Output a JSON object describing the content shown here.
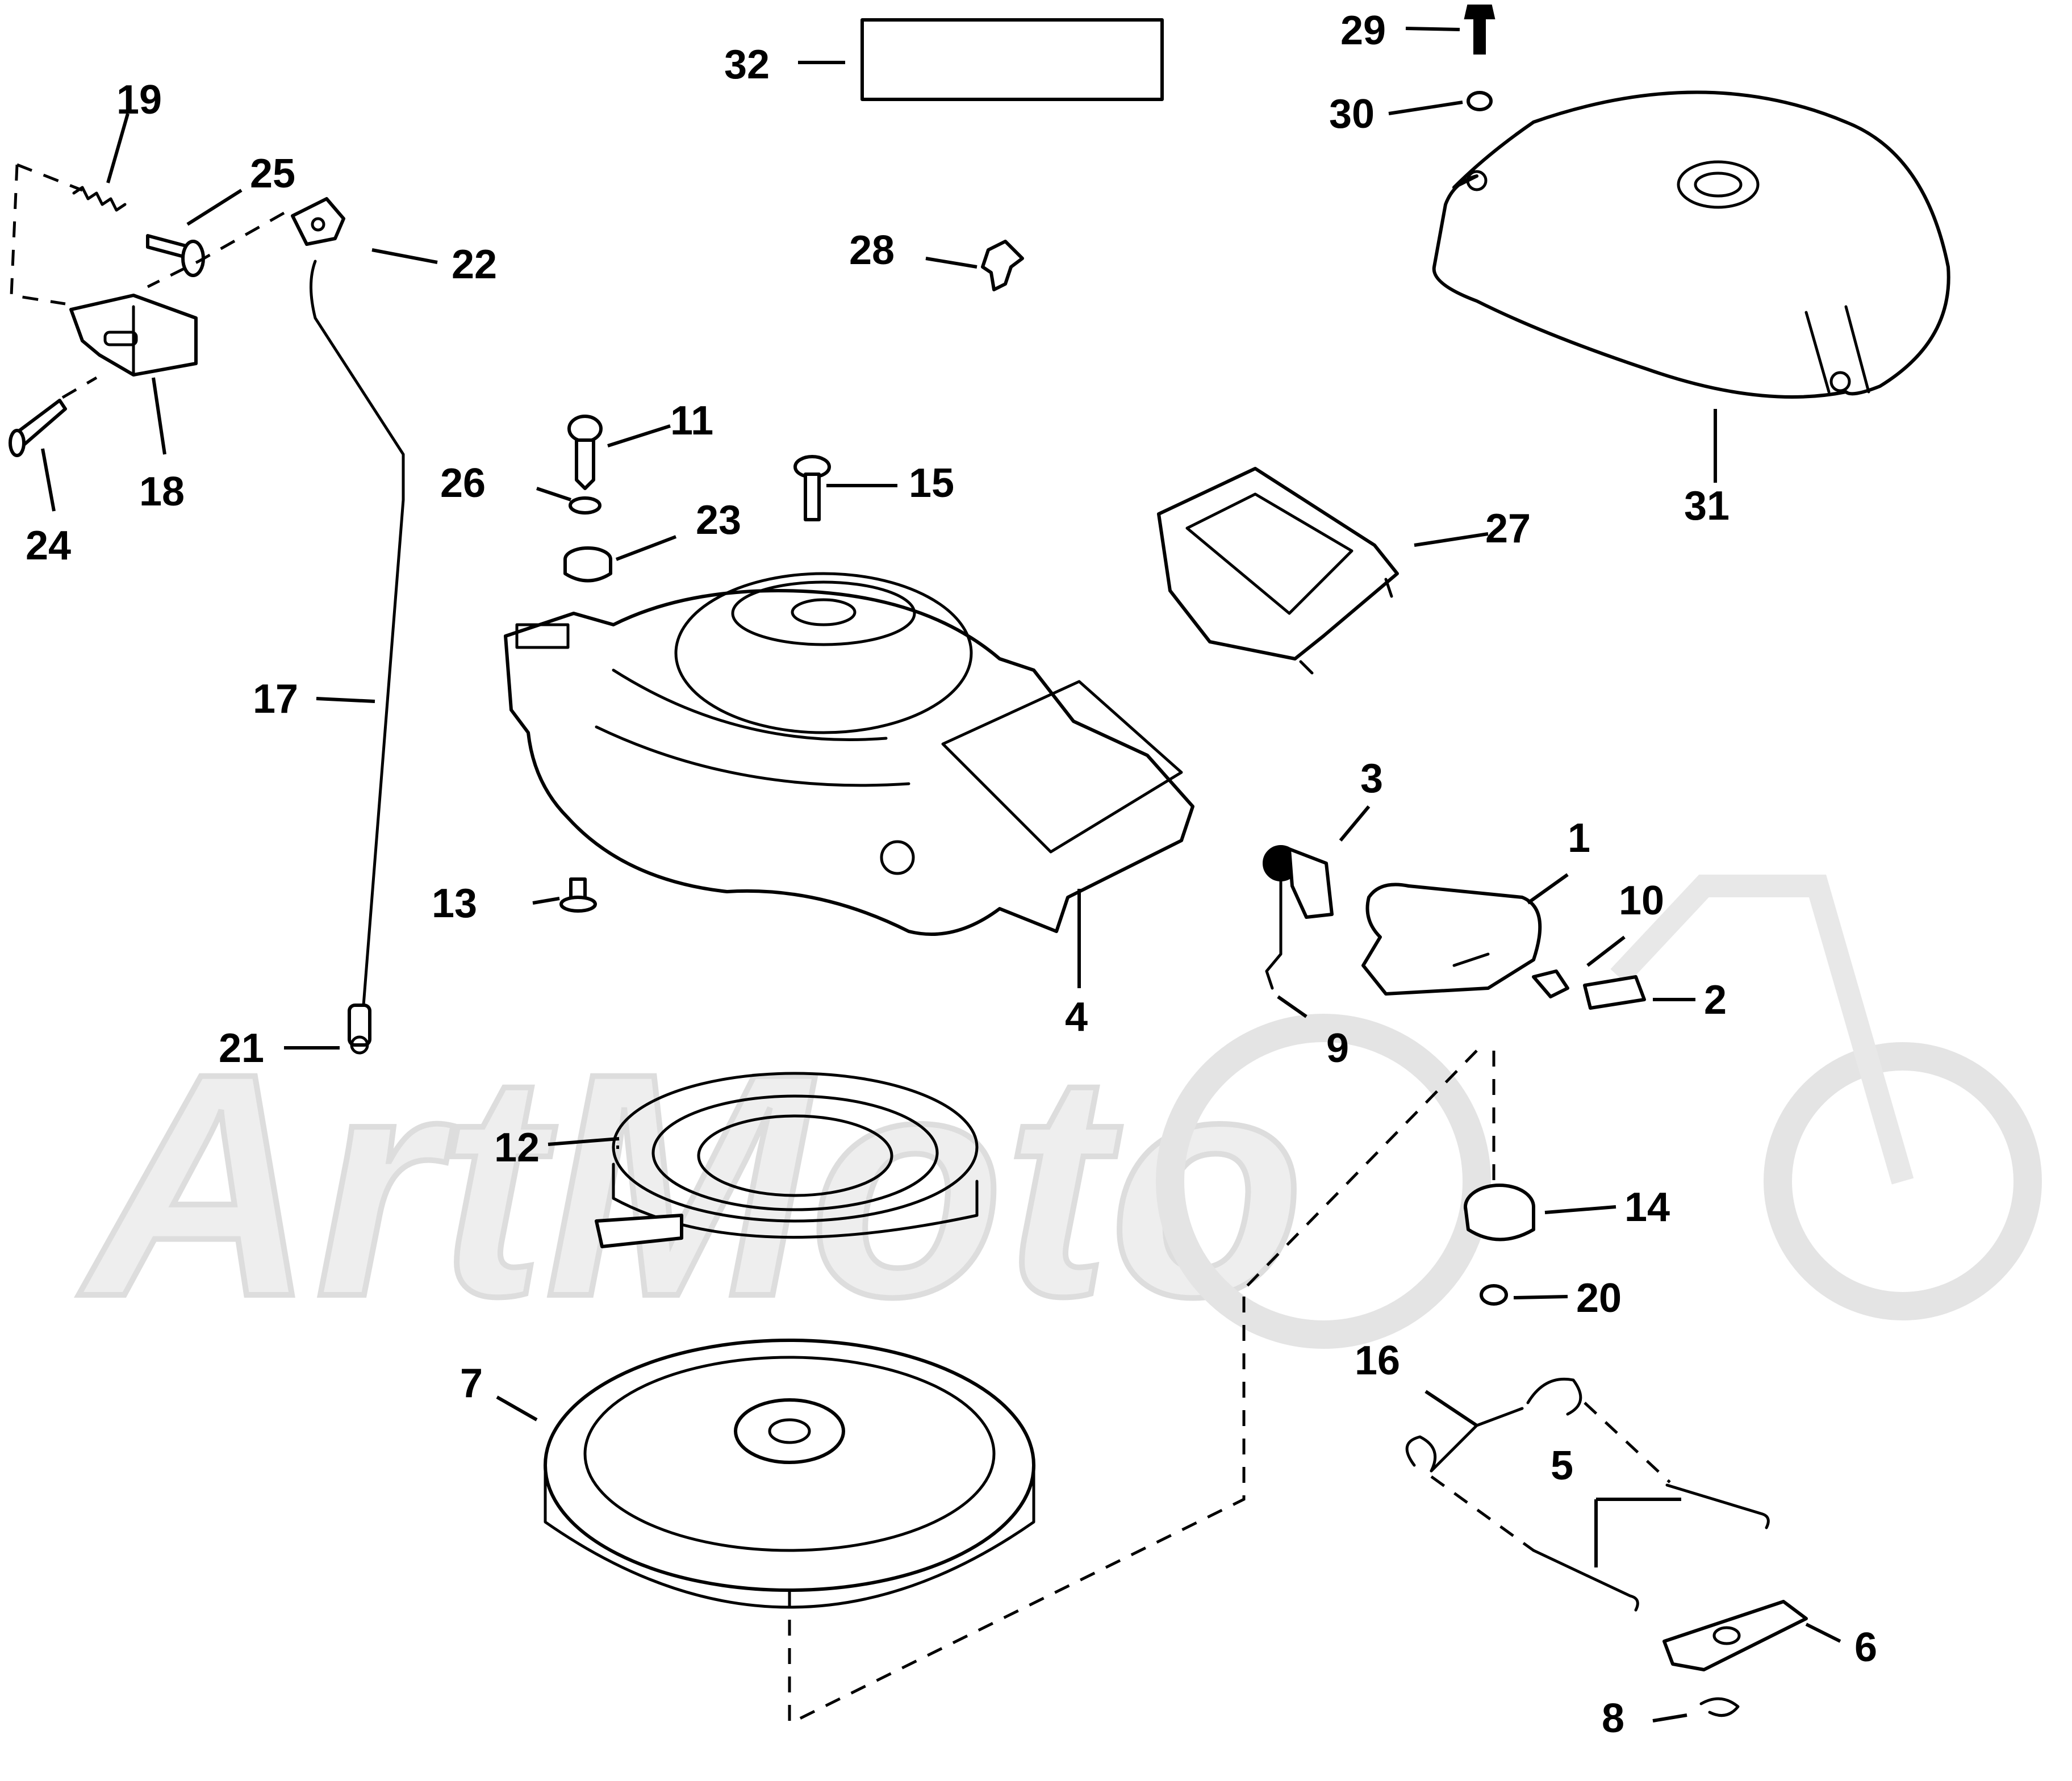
{
  "watermark": "ArtMoto",
  "callouts": [
    {
      "id": "c1",
      "label": "1"
    },
    {
      "id": "c2",
      "label": "2"
    },
    {
      "id": "c3",
      "label": "3"
    },
    {
      "id": "c4",
      "label": "4"
    },
    {
      "id": "c5",
      "label": "5"
    },
    {
      "id": "c6",
      "label": "6"
    },
    {
      "id": "c7",
      "label": "7"
    },
    {
      "id": "c8",
      "label": "8"
    },
    {
      "id": "c9",
      "label": "9"
    },
    {
      "id": "c10",
      "label": "10"
    },
    {
      "id": "c11",
      "label": "11"
    },
    {
      "id": "c12",
      "label": "12"
    },
    {
      "id": "c13",
      "label": "13"
    },
    {
      "id": "c14",
      "label": "14"
    },
    {
      "id": "c15",
      "label": "15"
    },
    {
      "id": "c16",
      "label": "16"
    },
    {
      "id": "c17",
      "label": "17"
    },
    {
      "id": "c18",
      "label": "18"
    },
    {
      "id": "c19",
      "label": "19"
    },
    {
      "id": "c20",
      "label": "20"
    },
    {
      "id": "c21",
      "label": "21"
    },
    {
      "id": "c22",
      "label": "22"
    },
    {
      "id": "c23",
      "label": "23"
    },
    {
      "id": "c24",
      "label": "24"
    },
    {
      "id": "c25",
      "label": "25"
    },
    {
      "id": "c26",
      "label": "26"
    },
    {
      "id": "c27",
      "label": "27"
    },
    {
      "id": "c28",
      "label": "28"
    },
    {
      "id": "c29",
      "label": "29"
    },
    {
      "id": "c30",
      "label": "30"
    },
    {
      "id": "c31",
      "label": "31"
    },
    {
      "id": "c32",
      "label": "32"
    }
  ]
}
